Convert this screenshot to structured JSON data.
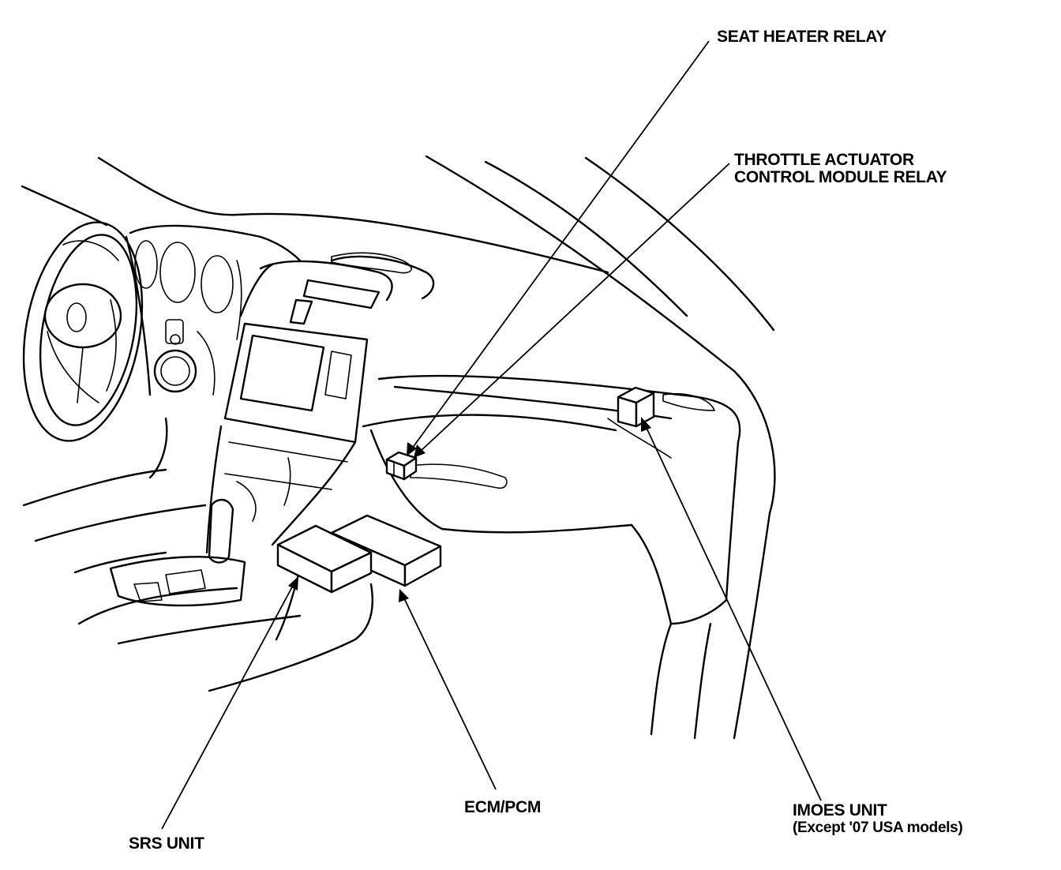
{
  "labels": {
    "seat_heater_relay": "SEAT HEATER RELAY",
    "throttle_line1": "THROTTLE ACTUATOR",
    "throttle_line2": "CONTROL MODULE RELAY",
    "ecm_pcm": "ECM/PCM",
    "srs_unit": "SRS UNIT",
    "imoes_line1": "IMOES UNIT",
    "imoes_line2": "(Except '07 USA models)"
  }
}
